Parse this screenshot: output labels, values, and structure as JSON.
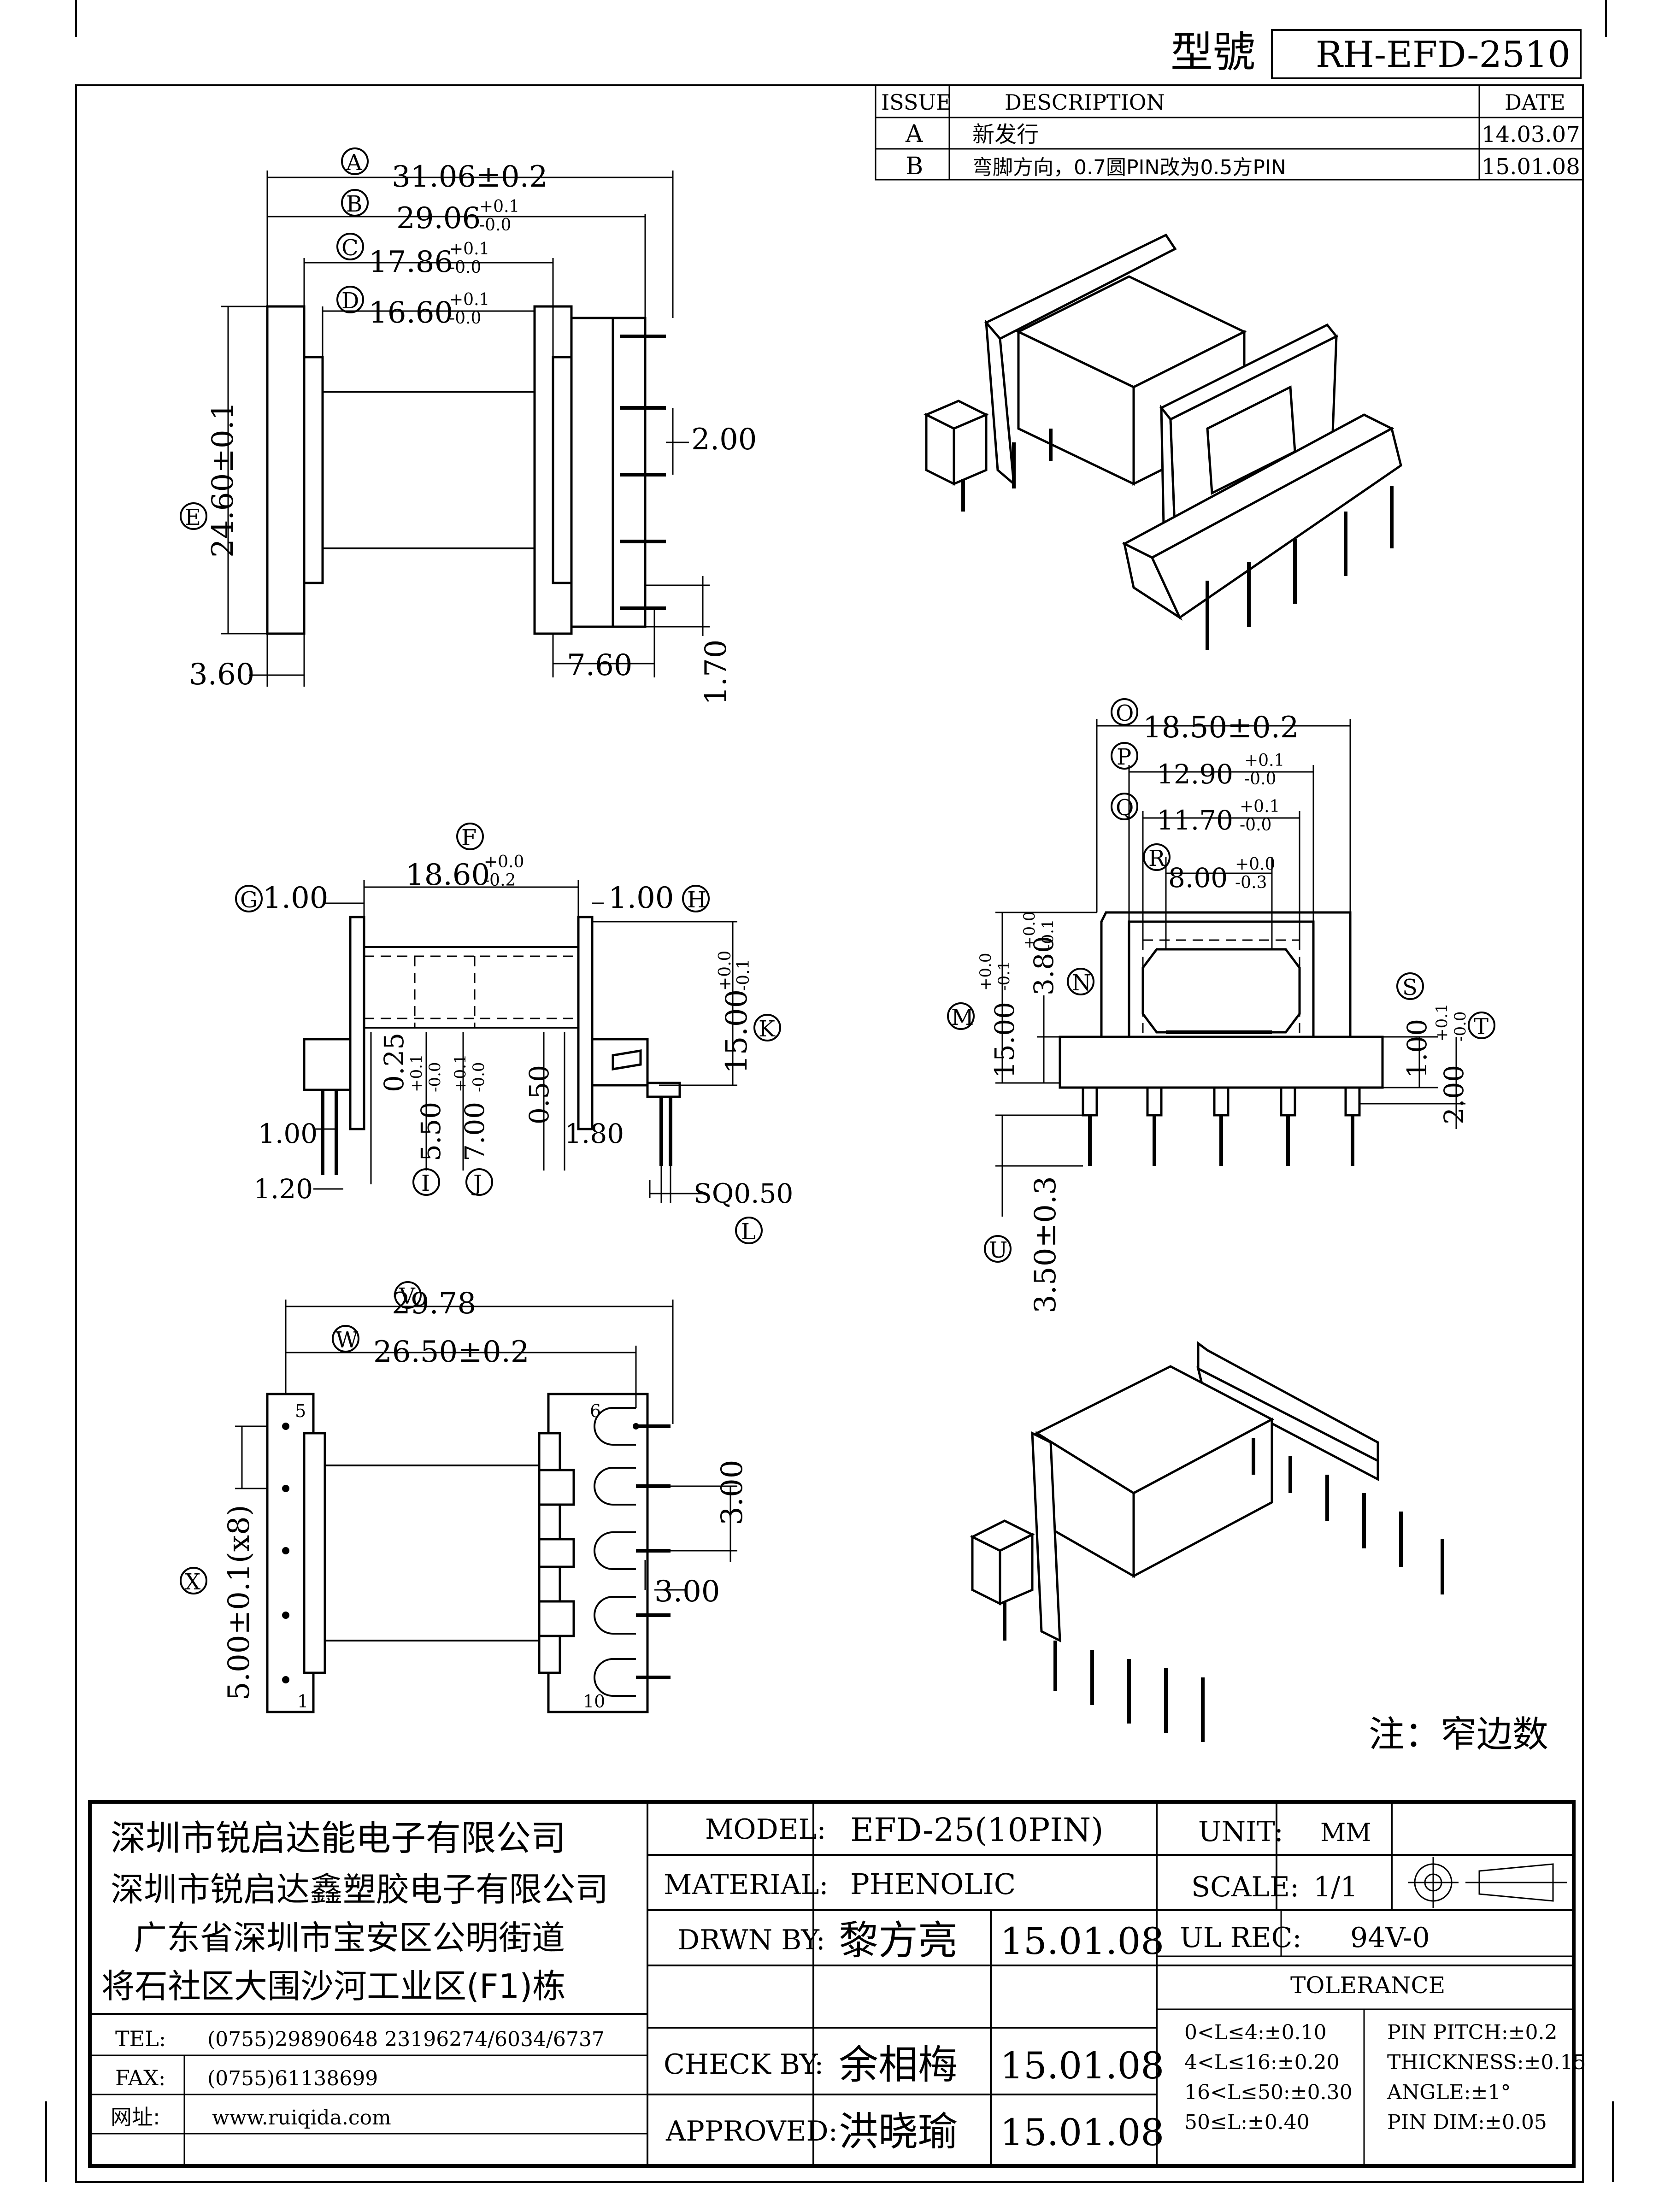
{
  "header": {
    "model_label": "型號",
    "model_no": "RH-EFD-2510"
  },
  "revision": {
    "columns": [
      "ISSUE",
      "DESCRIPTION",
      "DATE"
    ],
    "rows": [
      {
        "issue": "A",
        "desc": "新发行",
        "date": "14.03.07"
      },
      {
        "issue": "B",
        "desc": "弯脚方向，0.7圆PIN改为0.5方PIN",
        "date": "15.01.08"
      }
    ]
  },
  "top_view": {
    "A": "31.06±0.2",
    "B": "29.06",
    "B_tol": [
      "+0.1",
      "-0.0"
    ],
    "C": "17.86",
    "C_tol": [
      "+0.1",
      "-0.0"
    ],
    "D": "16.60",
    "D_tol": [
      "+0.1",
      "-0.0"
    ],
    "E": "24.60±0.1",
    "pitch": "2.00",
    "left": "3.60",
    "right": "7.60",
    "pin_off": "1.70"
  },
  "side_view": {
    "F": "18.60",
    "F_tol": [
      "+0.0",
      "-0.2"
    ],
    "G": "1.00",
    "H": "1.00",
    "K": "15.00",
    "K_tol": [
      "+0.0",
      "-0.1"
    ],
    "I": "5.50",
    "I_tol": [
      "+0.1",
      "-0.0"
    ],
    "J": "7.00",
    "J_tol": [
      "+0.1",
      "-0.0"
    ],
    "d025": "0.25",
    "d050": "0.50",
    "d100": "1.00",
    "d120": "1.20",
    "d180": "1.80",
    "L": "SQ0.50"
  },
  "end_view": {
    "O": "18.50±0.2",
    "P": "12.90",
    "P_tol": [
      "+0.1",
      "-0.0"
    ],
    "Q": "11.70",
    "Q_tol": [
      "+0.1",
      "-0.0"
    ],
    "R": "8.00",
    "R_tol": [
      "+0.0",
      "-0.3"
    ],
    "M": "15.00",
    "M_tol": [
      "+0.0",
      "-0.1"
    ],
    "N": "3.80",
    "N_tol": [
      "+0.0",
      "-0.1"
    ],
    "S": "1.00",
    "T": "2.00",
    "T_tol": [
      "+0.1",
      "-0.0"
    ],
    "U": "3.50±0.3"
  },
  "bottom_view": {
    "V": "29.78",
    "W": "26.50±0.2",
    "X": "5.00±0.1(x8)",
    "d300a": "3.00",
    "d300b": "3.00",
    "pin1": "1",
    "pin5": "5",
    "pin6": "6",
    "pin10": "10"
  },
  "letters": [
    "A",
    "B",
    "C",
    "D",
    "E",
    "F",
    "G",
    "H",
    "I",
    "J",
    "K",
    "L",
    "M",
    "N",
    "O",
    "P",
    "Q",
    "R",
    "S",
    "T",
    "U",
    "V",
    "W",
    "X"
  ],
  "note": "注：窄边数",
  "company": {
    "lines": [
      "深圳市锐启达能电子有限公司",
      "深圳市锐启达鑫塑胶电子有限公司",
      "广东省深圳市宝安区公明街道",
      "将石社区大围沙河工业区(F1)栋"
    ],
    "tel_label": "TEL:",
    "tel": "(0755)29890648  23196274/6034/6737",
    "fax_label": "FAX:",
    "fax": "(0755)61138699",
    "web_label": "网址:",
    "web": "www.ruiqida.com"
  },
  "title_block": {
    "model_label": "MODEL:",
    "model": "EFD-25(10PIN)",
    "unit_label": "UNIT:",
    "unit": "MM",
    "material_label": "MATERIAL:",
    "material": "PHENOLIC",
    "scale_label": "SCALE:",
    "scale": "1/1",
    "drwn_label": "DRWN BY:",
    "drwn": "黎方亮",
    "drwn_date": "15.01.08",
    "ul_label": "UL REC:",
    "ul": "94V-0",
    "tolerance_label": "TOLERANCE",
    "check_label": "CHECK BY:",
    "check": "余相梅",
    "check_date": "15.01.08",
    "approved_label": "APPROVED:",
    "approved": "洪晓瑜",
    "approved_date": "15.01.08",
    "tol_ranges": [
      "0<L≤4:±0.10",
      "4<L≤16:±0.20",
      "16<L≤50:±0.30",
      "50≤L:±0.40"
    ],
    "tol_misc": [
      "PIN PITCH:±0.2",
      "THICKNESS:±0.15",
      "ANGLE:±1°",
      "PIN DIM:±0.05"
    ]
  }
}
